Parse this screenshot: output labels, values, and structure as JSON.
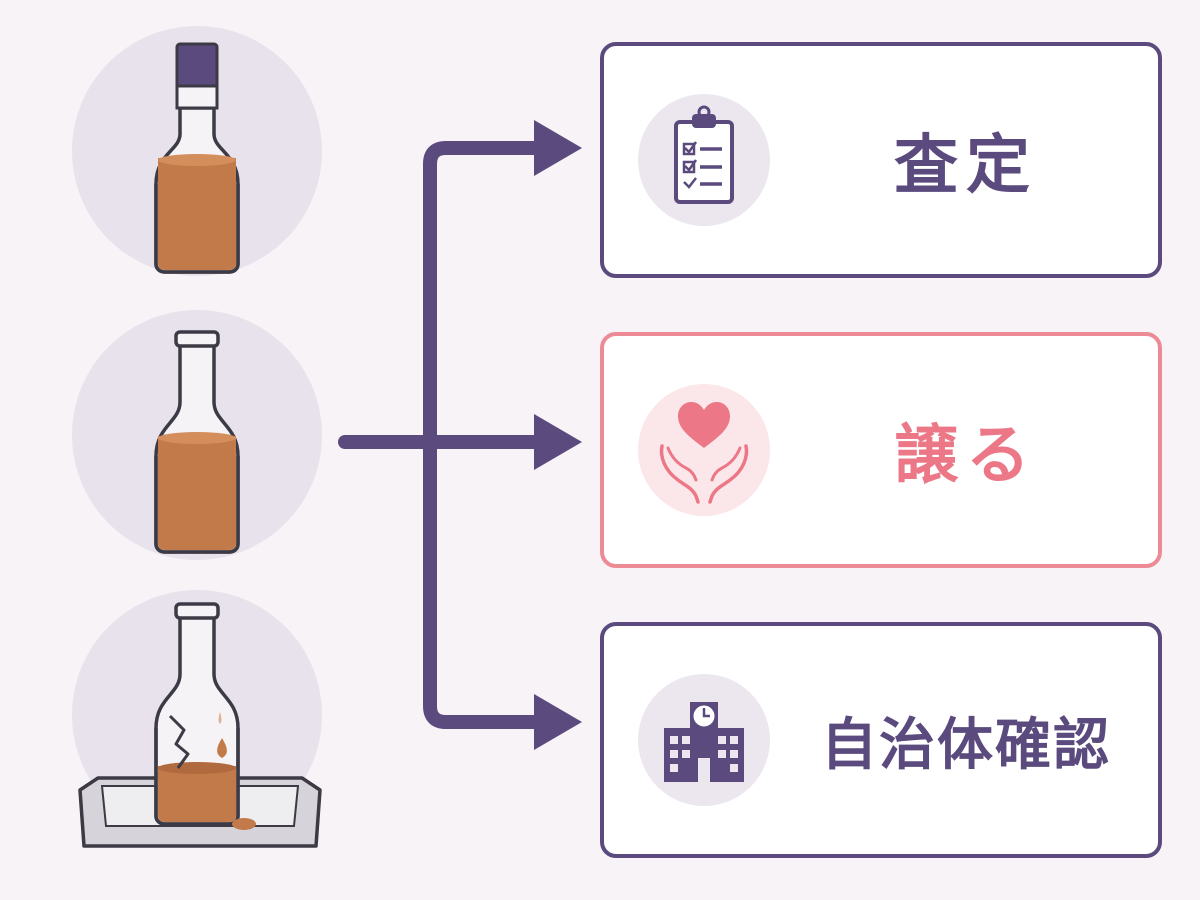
{
  "colors": {
    "background": "#f8f3f6",
    "purple": "#5b4a7d",
    "pink": "#ec8a96",
    "liquid": "#c27a4a",
    "circle": "#e8e2ec"
  },
  "sources": [
    {
      "icon": "sealed-bottle-icon"
    },
    {
      "icon": "open-bottle-icon"
    },
    {
      "icon": "broken-bottle-icon"
    }
  ],
  "options": [
    {
      "label": "査定",
      "icon": "clipboard-checklist-icon"
    },
    {
      "label": "譲る",
      "icon": "heart-hands-icon"
    },
    {
      "label": "自治体確認",
      "icon": "city-hall-icon"
    }
  ]
}
